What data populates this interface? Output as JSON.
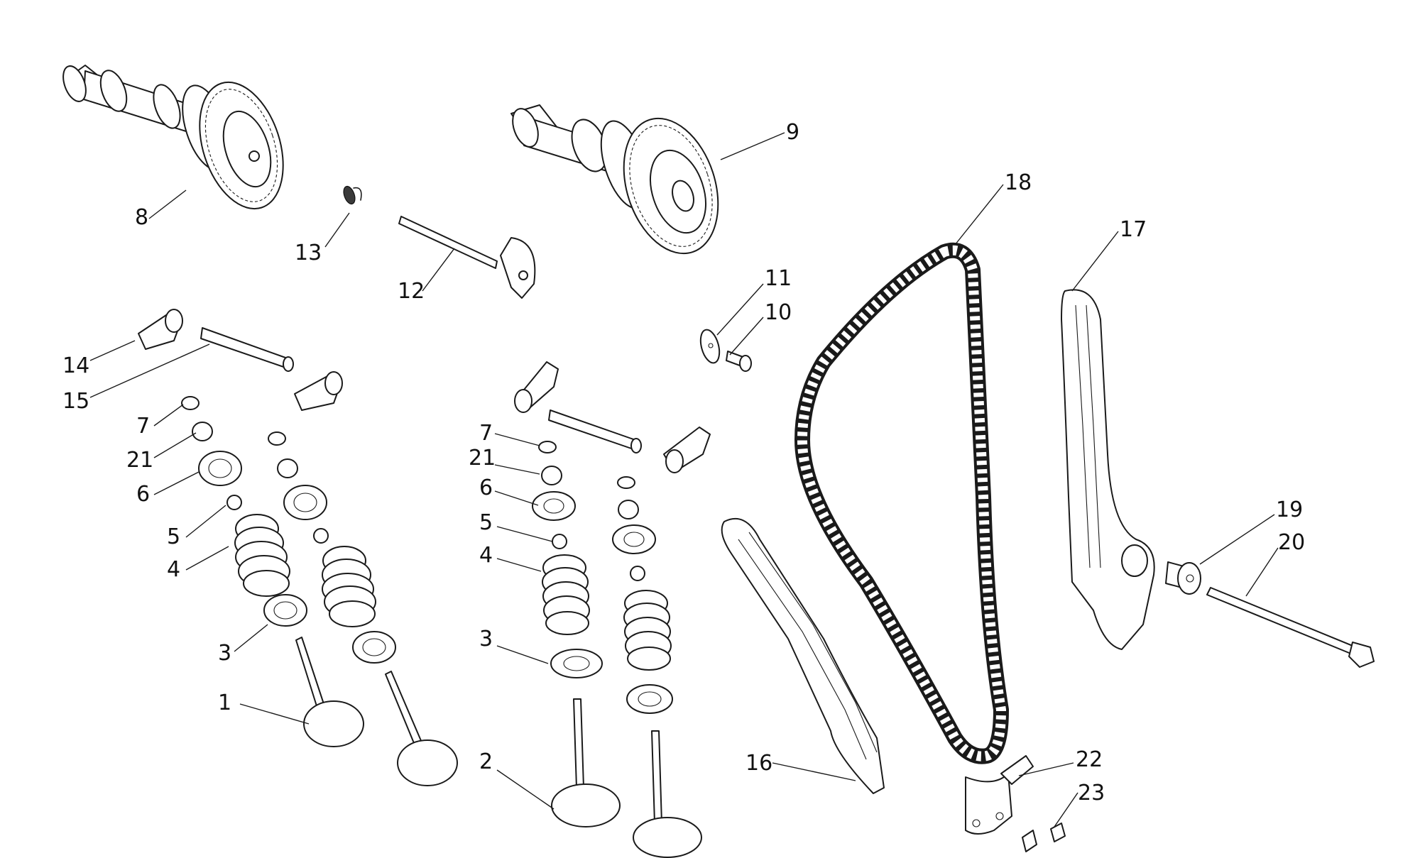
{
  "diagram": {
    "callouts": [
      {
        "id": "c1",
        "label": "1"
      },
      {
        "id": "c2",
        "label": "2"
      },
      {
        "id": "c3a",
        "label": "3"
      },
      {
        "id": "c3b",
        "label": "3"
      },
      {
        "id": "c4a",
        "label": "4"
      },
      {
        "id": "c4b",
        "label": "4"
      },
      {
        "id": "c5a",
        "label": "5"
      },
      {
        "id": "c5b",
        "label": "5"
      },
      {
        "id": "c6a",
        "label": "6"
      },
      {
        "id": "c6b",
        "label": "6"
      },
      {
        "id": "c7a",
        "label": "7"
      },
      {
        "id": "c7b",
        "label": "7"
      },
      {
        "id": "c8",
        "label": "8"
      },
      {
        "id": "c9",
        "label": "9"
      },
      {
        "id": "c10",
        "label": "10"
      },
      {
        "id": "c11",
        "label": "11"
      },
      {
        "id": "c12",
        "label": "12"
      },
      {
        "id": "c13",
        "label": "13"
      },
      {
        "id": "c14",
        "label": "14"
      },
      {
        "id": "c15",
        "label": "15"
      },
      {
        "id": "c16",
        "label": "16"
      },
      {
        "id": "c17",
        "label": "17"
      },
      {
        "id": "c18",
        "label": "18"
      },
      {
        "id": "c19",
        "label": "19"
      },
      {
        "id": "c20",
        "label": "20"
      },
      {
        "id": "c21a",
        "label": "21"
      },
      {
        "id": "c21b",
        "label": "21"
      },
      {
        "id": "c22",
        "label": "22"
      },
      {
        "id": "c23",
        "label": "23"
      }
    ]
  }
}
